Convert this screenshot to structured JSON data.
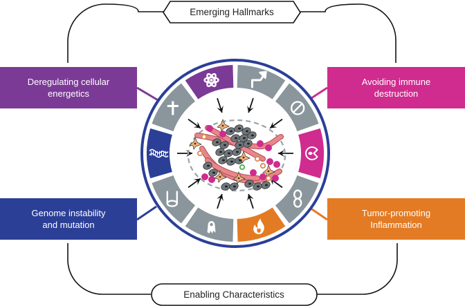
{
  "header": {
    "emerging_label": "Emerging Hallmarks",
    "enabling_label": "Enabling Characteristics"
  },
  "boxes": [
    {
      "id": "energetics",
      "label": "Deregulating cellular\nenergetics",
      "color": "#7b3a96",
      "position": "top-left"
    },
    {
      "id": "immune",
      "label": "Avoiding immune\ndestruction",
      "color": "#d02b8f",
      "position": "top-right"
    },
    {
      "id": "genome",
      "label": "Genome instability\nand mutation",
      "color": "#2b3f97",
      "position": "bottom-left"
    },
    {
      "id": "inflammation",
      "label": "Tumor-promoting\nInflammation",
      "color": "#e37b24",
      "position": "bottom-right"
    }
  ],
  "ring": {
    "outline_color": "#2b3f97",
    "segments": [
      {
        "name": "sustaining-proliferative-signaling",
        "icon": "arrow-up-right-icon",
        "color": "#8a959c"
      },
      {
        "name": "evading-growth-suppressors",
        "icon": "prohibited-icon",
        "color": "#8a959c"
      },
      {
        "name": "avoiding-immune-destruction",
        "icon": "pacman-cell-icon",
        "color": "#d02b8f"
      },
      {
        "name": "enabling-replicative-immortality",
        "icon": "infinity-icon",
        "color": "#8a959c"
      },
      {
        "name": "tumor-promoting-inflammation",
        "icon": "flame-icon",
        "color": "#e37b24"
      },
      {
        "name": "activating-invasion-metastasis",
        "icon": "cell-migration-icon",
        "color": "#8a959c"
      },
      {
        "name": "inducing-angiogenesis",
        "icon": "blood-vessel-icon",
        "color": "#8a959c"
      },
      {
        "name": "genome-instability-mutation",
        "icon": "dna-icon",
        "color": "#2b3f97"
      },
      {
        "name": "resisting-cell-death",
        "icon": "cross-icon",
        "color": "#8a959c"
      },
      {
        "name": "deregulating-cellular-energetics",
        "icon": "atom-icon",
        "color": "#7b3a96"
      }
    ]
  },
  "tumor": {
    "cell_colors": {
      "tumor_cell": "#6f777d",
      "immune_cell": "#d02b8f",
      "fibroblast": "#f2b27a",
      "vessel": "#e8868a"
    }
  }
}
